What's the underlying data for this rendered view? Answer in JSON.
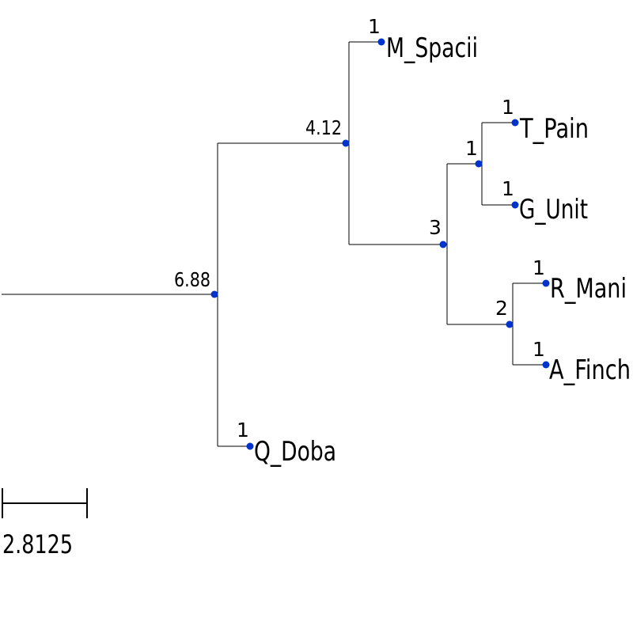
{
  "tree": {
    "node_color": "#0033cc",
    "line_color": "#000000",
    "root_value": "6.88",
    "leaves": {
      "m_spacii": {
        "label": "M_Spacii",
        "value": "1"
      },
      "t_pain": {
        "label": "T_Pain",
        "value": "1"
      },
      "g_unit": {
        "label": "G_Unit",
        "value": "1"
      },
      "r_mani": {
        "label": "R_Mani",
        "value": "1"
      },
      "a_finch": {
        "label": "A_Finch",
        "value": "1"
      },
      "q_doba": {
        "label": "Q_Doba",
        "value": "1"
      }
    },
    "internal": {
      "top_clade": "4.12",
      "inner_clade": "3",
      "pain_unit_clade": "1",
      "mani_finch_clade": "2"
    },
    "scale": {
      "label": "2.8125"
    }
  }
}
